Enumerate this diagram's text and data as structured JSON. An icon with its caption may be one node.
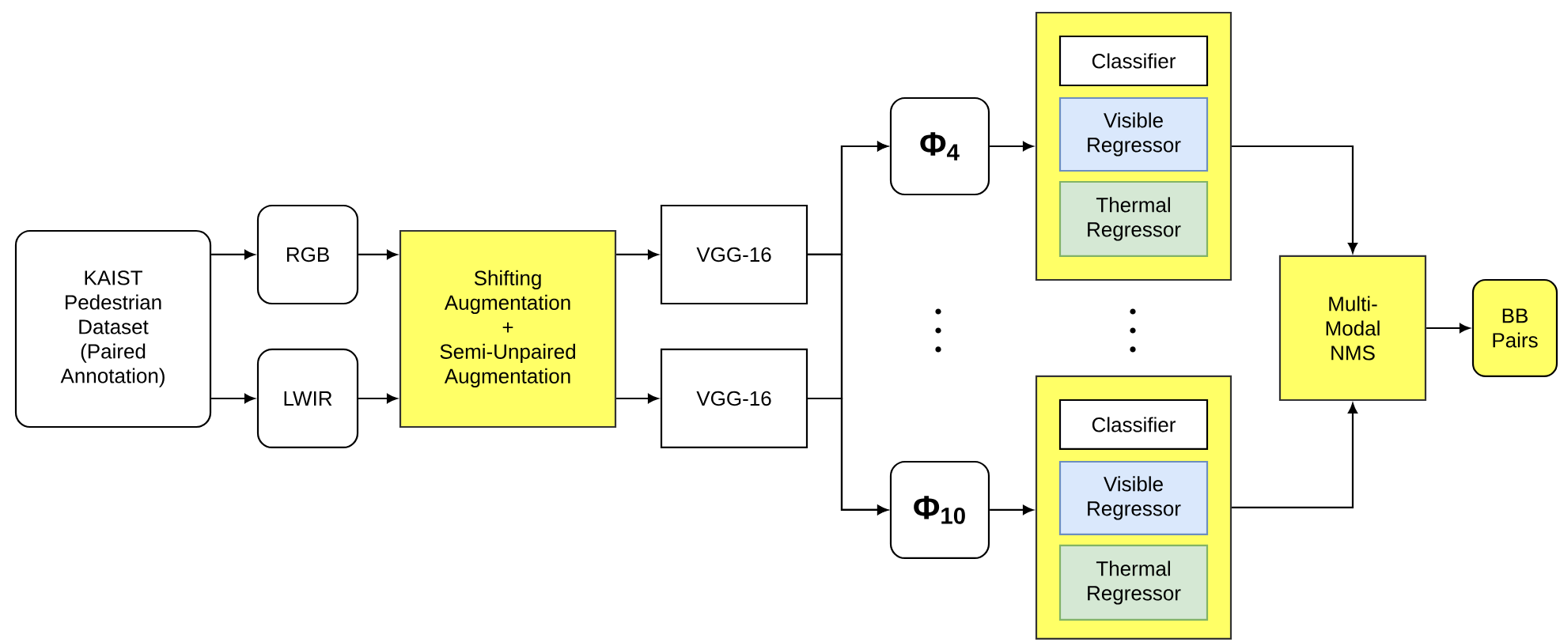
{
  "diagram": {
    "nodes": [
      {
        "text": [
          "KAIST Pedestrian Dataset (Paired Annotation)"
        ]
      },
      {
        "text": [
          "RGB"
        ]
      },
      {
        "text": [
          "LWIR"
        ]
      },
      {
        "text": [
          "Shifting Augmentation",
          "+",
          "Semi-Unpaired Augmentation"
        ]
      },
      {
        "text": [
          "VGG-16"
        ]
      },
      {
        "text": [
          "VGG-16"
        ]
      },
      {
        "text": [
          "Φ$_{4}$"
        ]
      },
      {
        "text": [
          "Φ$_{10}$"
        ]
      },
      {
        "text": [],
        "shape": "box"
      },
      {
        "text": [
          "Classifier"
        ],
        "in": 8
      },
      {
        "text": [
          "Visible Regressor"
        ],
        "in": 8
      },
      {
        "text": [
          "Thermal Regressor"
        ],
        "in": 8
      },
      {
        "text": [],
        "shape": "box"
      },
      {
        "text": [
          "Classifier"
        ],
        "in": 12
      },
      {
        "text": [
          "Visible Regressor"
        ],
        "in": 12
      },
      {
        "text": [
          "Thermal Regressor"
        ],
        "in": 12
      },
      {
        "text": [
          "Multi-Modal NMS"
        ]
      },
      {
        "text": [
          "BB Pairs"
        ]
      }
    ],
    "edges": [
      {
        "from": 0,
        "to": 1,
        "arrow": "to"
      },
      {
        "from": 0,
        "to": 2,
        "arrow": "to"
      },
      {
        "from": 1,
        "to": 3,
        "arrow": "to"
      },
      {
        "from": 2,
        "to": 3,
        "arrow": "to"
      },
      {
        "from": 3,
        "to": 4,
        "arrow": "to"
      },
      {
        "from": 3,
        "to": 5,
        "arrow": "to"
      },
      {
        "from": 4,
        "to": 6,
        "arrow": "to"
      },
      {
        "from": 4,
        "to": 7,
        "arrow": "to"
      },
      {
        "from": 5,
        "to": 6,
        "arrow": "to"
      },
      {
        "from": 5,
        "to": 7,
        "arrow": "to"
      },
      {
        "from": 6,
        "to": 8,
        "arrow": "to"
      },
      {
        "from": 7,
        "to": 12,
        "arrow": "to"
      },
      {
        "from": 8,
        "to": 16,
        "arrow": "to"
      },
      {
        "from": 12,
        "to": 16,
        "arrow": "to"
      },
      {
        "from": 16,
        "to": 17,
        "arrow": "to"
      }
    ]
  }
}
